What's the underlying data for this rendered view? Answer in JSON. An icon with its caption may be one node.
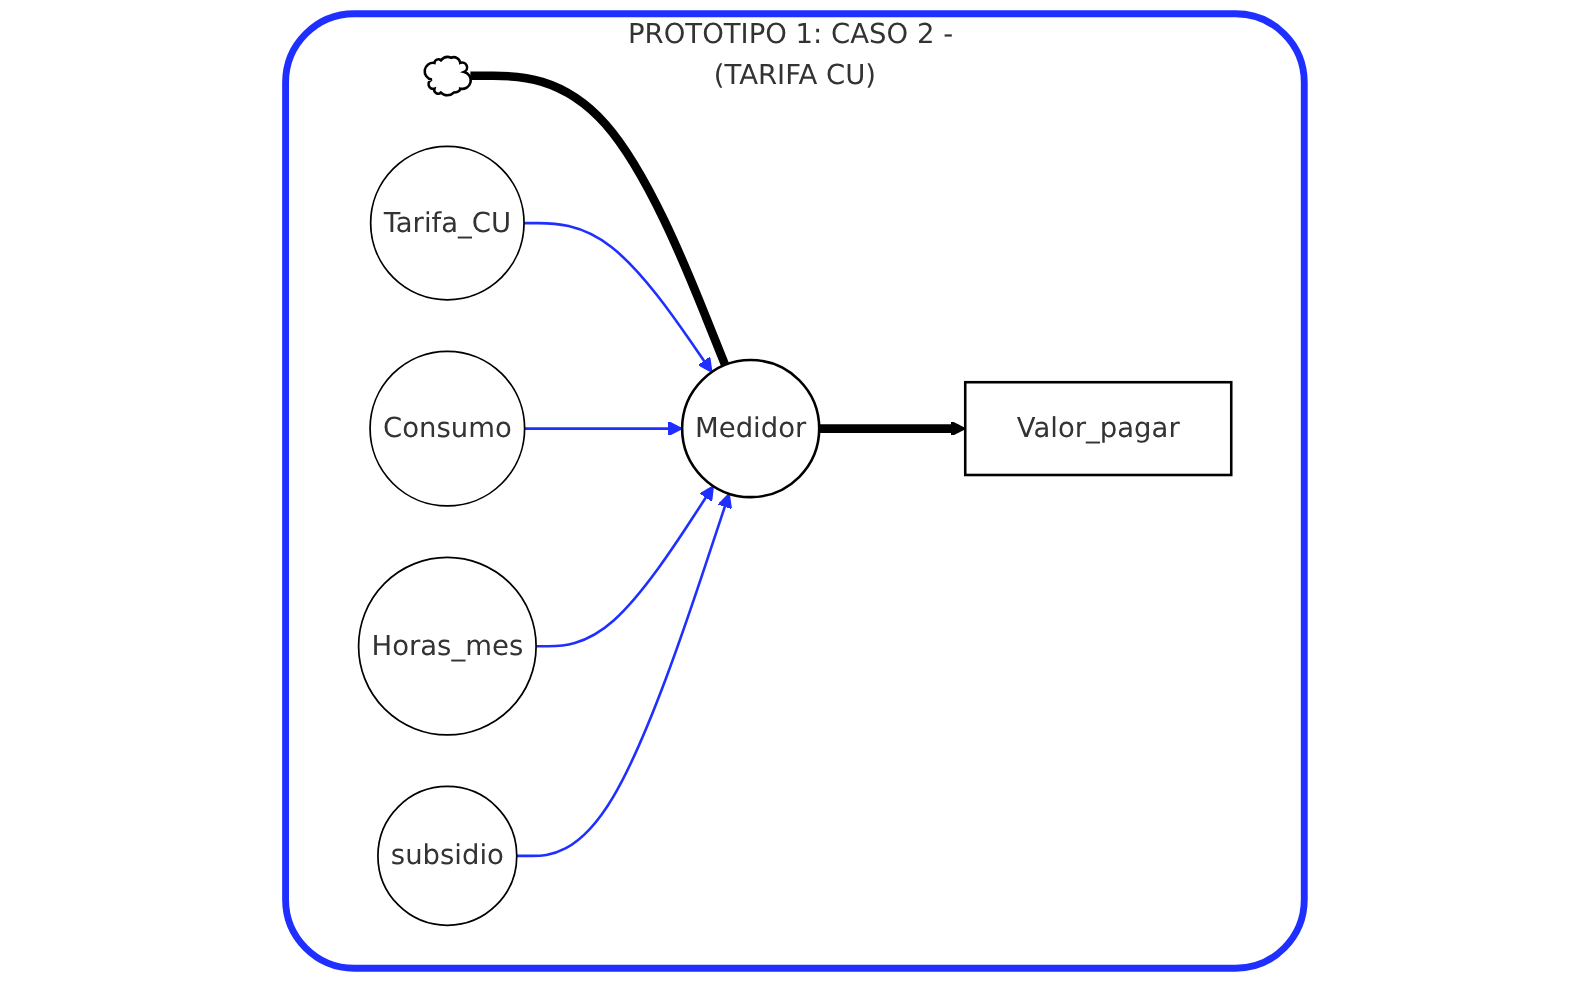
{
  "diagram": {
    "nodes": [
      {
        "text": [
          "PROTOTIPO 1: CASO 2 - (TARIFA CU)"
        ]
      },
      {
        "text": [],
        "shape": "cloud",
        "in": 0
      },
      {
        "text": [
          "Medidor"
        ],
        "in": 0
      },
      {
        "text": [
          "Valor_pagar"
        ],
        "in": 0
      },
      {
        "text": [
          "Tarifa_CU"
        ],
        "in": 0
      },
      {
        "text": [
          "Consumo"
        ],
        "in": 0
      },
      {
        "text": [
          "Horas_mes"
        ],
        "in": 0
      },
      {
        "text": [
          "subsidio"
        ],
        "in": 0
      }
    ],
    "edges": [
      {
        "from": 1,
        "to": 2,
        "arrow": "none",
        "style": "thick",
        "color": "#000000"
      },
      {
        "from": 2,
        "to": 3,
        "arrow": "to",
        "style": "thick",
        "color": "#000000"
      },
      {
        "from": 4,
        "to": 2,
        "arrow": "to"
      },
      {
        "from": 5,
        "to": 2,
        "arrow": "to"
      },
      {
        "from": 6,
        "to": 2,
        "arrow": "to"
      },
      {
        "from": 7,
        "to": 2,
        "arrow": "to"
      }
    ]
  }
}
